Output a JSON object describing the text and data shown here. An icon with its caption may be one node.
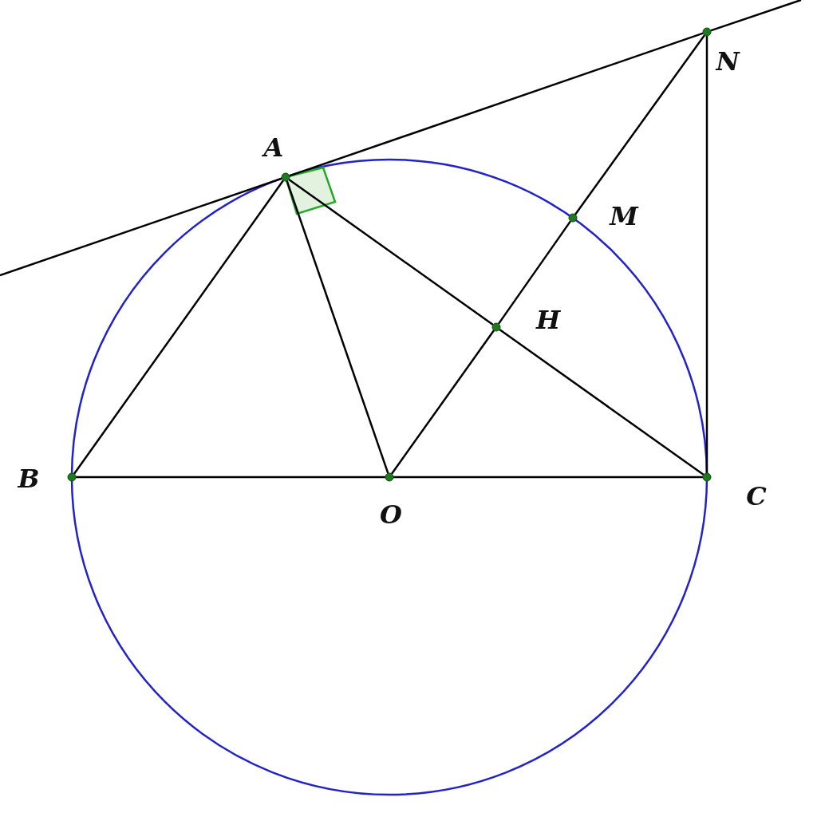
{
  "diagram": {
    "nodes": [
      {
        "text": [
          "N"
        ]
      },
      {
        "text": [
          "A"
        ]
      },
      {
        "text": [
          "M"
        ]
      },
      {
        "text": [
          "H"
        ]
      },
      {
        "text": [
          "B"
        ]
      },
      {
        "text": [
          "O"
        ]
      },
      {
        "text": [
          "C"
        ]
      }
    ],
    "edges": [
      {
        "from": null,
        "to": 1,
        "arrow": "none"
      },
      {
        "from": 1,
        "to": 0,
        "arrow": "none"
      },
      {
        "from": 0,
        "to": null,
        "arrow": "none"
      },
      {
        "from": 1,
        "to": 4,
        "arrow": "none"
      },
      {
        "from": 1,
        "to": 5,
        "arrow": "none"
      },
      {
        "from": 1,
        "to": 3,
        "arrow": "none"
      },
      {
        "from": 3,
        "to": 6,
        "arrow": "none"
      },
      {
        "from": 4,
        "to": 5,
        "arrow": "none"
      },
      {
        "from": 5,
        "to": 6,
        "arrow": "none"
      },
      {
        "from": 5,
        "to": 3,
        "arrow": "none"
      },
      {
        "from": 3,
        "to": 2,
        "arrow": "none"
      },
      {
        "from": 2,
        "to": 0,
        "arrow": "none"
      },
      {
        "from": 0,
        "to": 6,
        "arrow": "none"
      }
    ]
  }
}
